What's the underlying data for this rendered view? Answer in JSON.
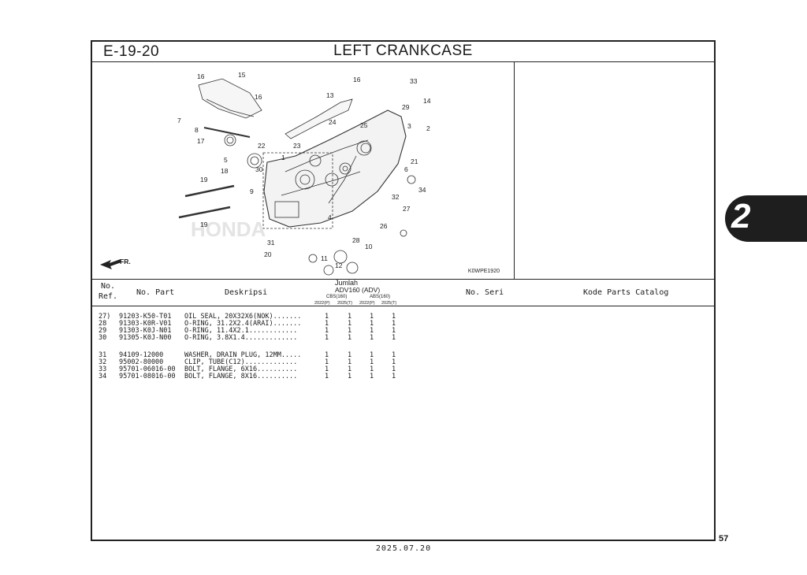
{
  "header": {
    "code": "E-19-20",
    "title": "LEFT CRANKCASE"
  },
  "diagram": {
    "drawing_code": "K0WPE1920",
    "direction_label": "FR.",
    "part_labels": [
      "16",
      "15",
      "16",
      "13",
      "16",
      "33",
      "14",
      "29",
      "7",
      "8",
      "24",
      "25",
      "3",
      "2",
      "17",
      "22",
      "23",
      "5",
      "1",
      "30",
      "21",
      "18",
      "6",
      "9",
      "34",
      "32",
      "19",
      "27",
      "4",
      "26",
      "19",
      "31",
      "28",
      "20",
      "10",
      "11",
      "12"
    ]
  },
  "columns": {
    "ref": "No.\nRef.",
    "ref_line1": "No.",
    "ref_line2": "Ref.",
    "part_no": "No. Part",
    "description": "Deskripsi",
    "qty": "Jumlah",
    "model": "ADV160 (ADV)",
    "variant_cbs": "CBS(160)",
    "variant_abs": "ABS(160)",
    "year_1": "2022(P)",
    "year_2": "2025(T)",
    "year_3": "2022(P)",
    "year_4": "2025(T)",
    "serial": "No. Seri",
    "catalog": "Kode Parts Catalog"
  },
  "parts": [
    {
      "ref": "27)",
      "part_no": "91203-K50-T01",
      "desc": "OIL SEAL, 20X32X6(NOK).......",
      "q1": "1",
      "q2": "1",
      "q3": "1",
      "q4": "1"
    },
    {
      "ref": "28",
      "part_no": "91303-K0R-V01",
      "desc": "O-RING, 31.2X2.4(ARAI).......",
      "q1": "1",
      "q2": "1",
      "q3": "1",
      "q4": "1"
    },
    {
      "ref": "29",
      "part_no": "91303-K0J-N01",
      "desc": "O-RING, 11.4X2.1............",
      "q1": "1",
      "q2": "1",
      "q3": "1",
      "q4": "1"
    },
    {
      "ref": "30",
      "part_no": "91305-K0J-N00",
      "desc": "O-RING, 3.8X1.4.............",
      "q1": "1",
      "q2": "1",
      "q3": "1",
      "q4": "1"
    },
    {
      "ref": "31",
      "part_no": "94109-12000",
      "desc": "WASHER, DRAIN PLUG, 12MM.....",
      "q1": "1",
      "q2": "1",
      "q3": "1",
      "q4": "1"
    },
    {
      "ref": "32",
      "part_no": "95002-80000",
      "desc": "CLIP, TUBE(C12).............",
      "q1": "1",
      "q2": "1",
      "q3": "1",
      "q4": "1"
    },
    {
      "ref": "33",
      "part_no": "95701-06016-00",
      "desc": "BOLT, FLANGE, 6X16..........",
      "q1": "1",
      "q2": "1",
      "q3": "1",
      "q4": "1"
    },
    {
      "ref": "34",
      "part_no": "95701-08016-00",
      "desc": "BOLT, FLANGE, 8X16..........",
      "q1": "1",
      "q2": "1",
      "q3": "1",
      "q4": "1"
    }
  ],
  "side_tab": "2",
  "page_number": "57",
  "footer_date": "2025.07.20"
}
